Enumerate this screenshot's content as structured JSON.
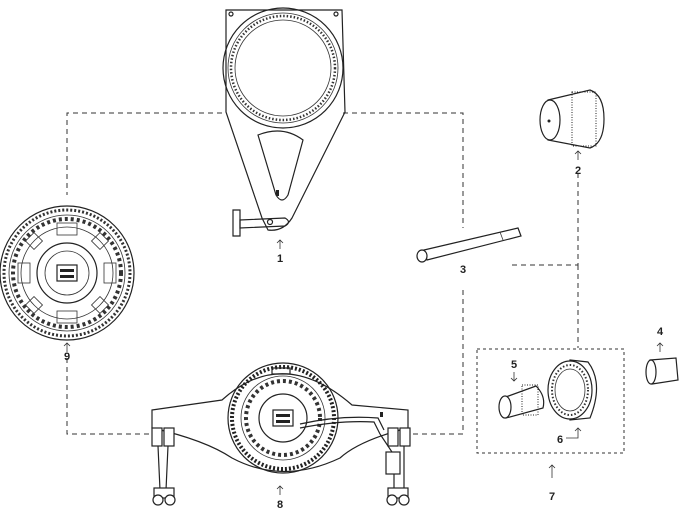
{
  "labels": {
    "p1": "1",
    "p2": "2",
    "p3": "3",
    "p4": "4",
    "p5": "5",
    "p6": "6",
    "p7": "7",
    "p8": "8",
    "p9": "9"
  },
  "colors": {
    "line": "#222222",
    "background": "#ffffff"
  }
}
